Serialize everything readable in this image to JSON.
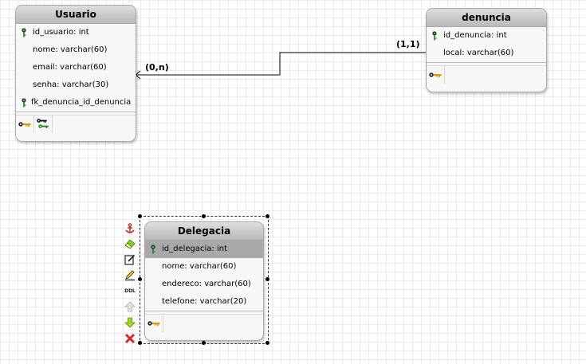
{
  "tables": {
    "usuario": {
      "title": "Usuario",
      "fields": [
        "id_usuario: int",
        "nome: varchar(60)",
        "email: varchar(60)",
        "senha: varchar(30)",
        "fk_denuncia_id_denuncia"
      ]
    },
    "denuncia": {
      "title": "denuncia",
      "fields": [
        "id_denuncia: int",
        "local: varchar(60)"
      ]
    },
    "delegacia": {
      "title": "Delegacia",
      "fields": [
        "id_delegacia: int",
        "nome: varchar(60)",
        "endereco: varchar(60)",
        "telefone: varchar(20)"
      ]
    }
  },
  "relationship": {
    "source_cardinality": "(1,1)",
    "target_cardinality": "(0,n)"
  },
  "toolbar": {
    "ddl_label": "DDL"
  },
  "colors": {
    "key_green": "#2a8a2a",
    "key_yellow": "#e0a000",
    "header_top": "#dedede",
    "header_bottom": "#b9b9b9",
    "selected_row": "#a9a9a9"
  }
}
